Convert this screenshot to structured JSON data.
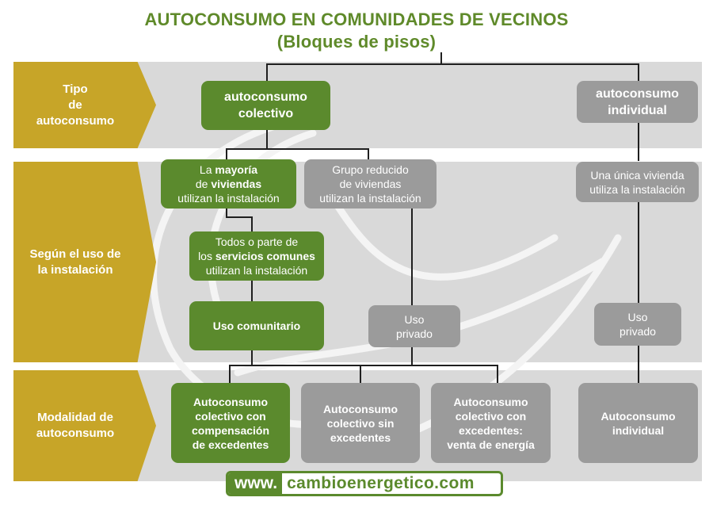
{
  "title": {
    "line1": "AUTOCONSUMO EN COMUNIDADES DE VECINOS",
    "line2": "(Bloques de pisos)"
  },
  "rows": {
    "tipo": "Tipo\nde\nautoconsumo",
    "uso": "Según el uso de\nla instalación",
    "modalidad": "Modalidad de\nautoconsumo"
  },
  "nodes": {
    "colectivo": "autoconsumo\ncolectivo",
    "individual": "autoconsumo\nindividual",
    "mayoria": {
      "pre": "La ",
      "b1": "mayoría",
      "mid": "de ",
      "b2": "viviendas",
      "post": "utilizan la instalación"
    },
    "grupo_reducido": "Grupo reducido\nde viviendas\nutilizan la instalación",
    "una_vivienda": "Una única vivienda\nutiliza la instalación",
    "servicios": {
      "pre": "Todos o parte de",
      "mid": "los ",
      "b1": "servicios comunes",
      "post": "utilizan la instalación"
    },
    "uso_comunitario": "Uso comunitario",
    "uso_privado_1": "Uso\nprivado",
    "uso_privado_2": "Uso\nprivado",
    "mod_compensacion": "Autoconsumo\ncolectivo con\ncompensación\nde excedentes",
    "mod_sin_excedentes": "Autoconsumo\ncolectivo sin\nexcedentes",
    "mod_venta": "Autoconsumo\ncolectivo con\nexcedentes:\nventa de energía",
    "mod_individual": "Autoconsumo\nindividual"
  },
  "footer": {
    "www": "www.",
    "domain": "cambioenergetico.com"
  },
  "colors": {
    "green": "#5b8a2d",
    "gray": "#9b9b9b",
    "gold": "#c7a528",
    "band": "#d9d9d9",
    "title": "#5f8a2a"
  }
}
